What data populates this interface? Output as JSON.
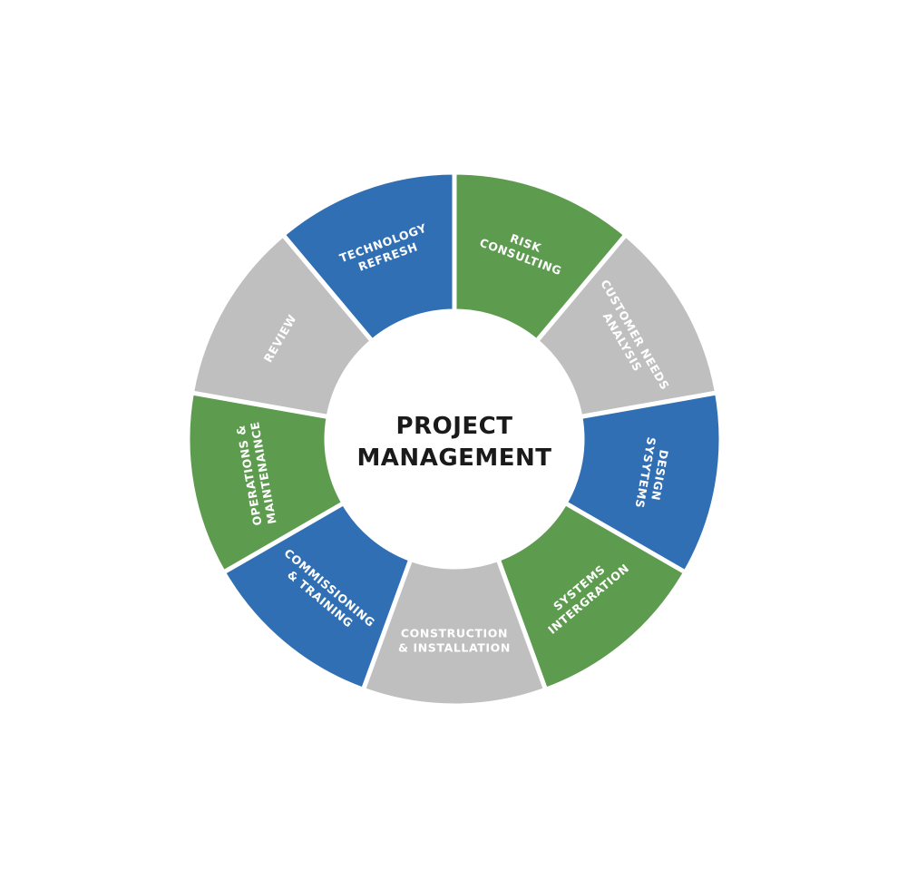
{
  "center": {
    "lines": [
      "PROJECT",
      "MANAGEMENT"
    ]
  },
  "colors": {
    "blue": "#316fb5",
    "green": "#5d9b4e",
    "grey": "#bfbfbf",
    "gap": "#ffffff"
  },
  "segments": [
    {
      "lines": [
        "RISK",
        "CONSULTING"
      ],
      "color": "green"
    },
    {
      "lines": [
        "CUSTOMER NEEDS",
        "ANALYSIS"
      ],
      "color": "grey"
    },
    {
      "lines": [
        "DESIGN",
        "SYSYTEMS"
      ],
      "color": "blue"
    },
    {
      "lines": [
        "SYSTEMS",
        "INTERGRATION"
      ],
      "color": "green"
    },
    {
      "lines": [
        "CONSTRUCTION",
        "& INSTALLATION"
      ],
      "color": "grey"
    },
    {
      "lines": [
        "COMMISSIONING",
        "& TRAINING"
      ],
      "color": "blue"
    },
    {
      "lines": [
        "OPERATIONS &",
        "MAINTENAINCE"
      ],
      "color": "green"
    },
    {
      "lines": [
        "REVIEW"
      ],
      "color": "grey"
    },
    {
      "lines": [
        "TECHNOLOGY",
        "REFRESH"
      ],
      "color": "blue"
    }
  ]
}
